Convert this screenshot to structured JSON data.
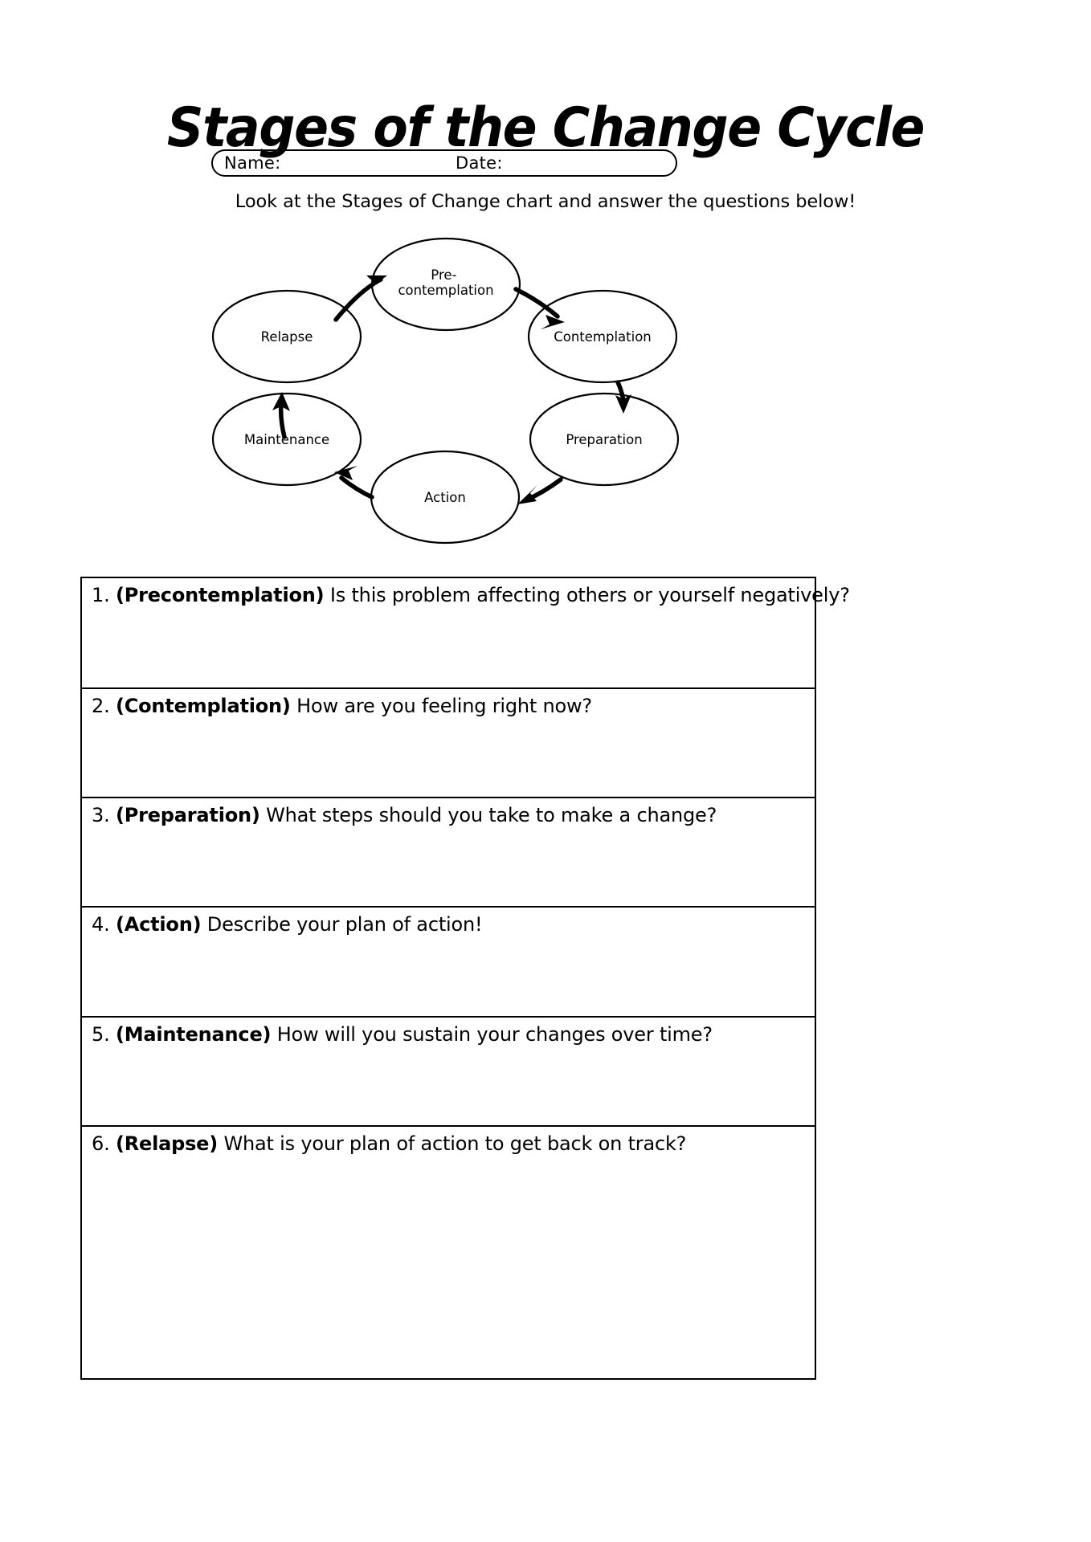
{
  "header": {
    "title": "Stages of the Change Cycle",
    "name_label": "Name:",
    "date_label": "Date:",
    "instruction": "Look at the Stages of Change chart and answer the questions below!"
  },
  "chart_data": {
    "type": "diagram",
    "title": "Stages of Change cycle",
    "layout": "hexagonal-ring-clockwise",
    "nodes": [
      {
        "id": "precontemplation",
        "label": "Pre-\ncontemplation",
        "line1": "Pre-",
        "line2": "contemplation",
        "position": "top-center"
      },
      {
        "id": "contemplation",
        "label": "Contemplation",
        "line1": "Contemplation",
        "line2": "",
        "position": "right-upper"
      },
      {
        "id": "preparation",
        "label": "Preparation",
        "line1": "Preparation",
        "line2": "",
        "position": "right-lower"
      },
      {
        "id": "action",
        "label": "Action",
        "line1": "Action",
        "line2": "",
        "position": "bottom-center"
      },
      {
        "id": "maintenance",
        "label": "Maintenance",
        "line1": "Maintenance",
        "line2": "",
        "position": "left-lower"
      },
      {
        "id": "relapse",
        "label": "Relapse",
        "line1": "Relapse",
        "line2": "",
        "position": "left-upper"
      }
    ],
    "edges": [
      {
        "from": "precontemplation",
        "to": "contemplation"
      },
      {
        "from": "contemplation",
        "to": "preparation"
      },
      {
        "from": "preparation",
        "to": "action"
      },
      {
        "from": "action",
        "to": "maintenance"
      },
      {
        "from": "maintenance",
        "to": "relapse"
      },
      {
        "from": "relapse",
        "to": "precontemplation"
      }
    ]
  },
  "questions": [
    {
      "number": "1.",
      "stage": "(Precontemplation)",
      "text": "Is this problem affecting others or yourself negatively?"
    },
    {
      "number": "2.",
      "stage": "(Contemplation)",
      "text": "How are you feeling right now?"
    },
    {
      "number": "3.",
      "stage": "(Preparation)",
      "text": "What steps should you take to make a change?"
    },
    {
      "number": "4.",
      "stage": "(Action)",
      "text": "Describe your plan of action!"
    },
    {
      "number": "5.",
      "stage": "(Maintenance)",
      "text": "How will you sustain your changes over time?"
    },
    {
      "number": "6.",
      "stage": "(Relapse)",
      "text": "What is your plan of action to get back on track?"
    }
  ],
  "colors": {
    "ink": "#000000",
    "paper": "#ffffff"
  }
}
